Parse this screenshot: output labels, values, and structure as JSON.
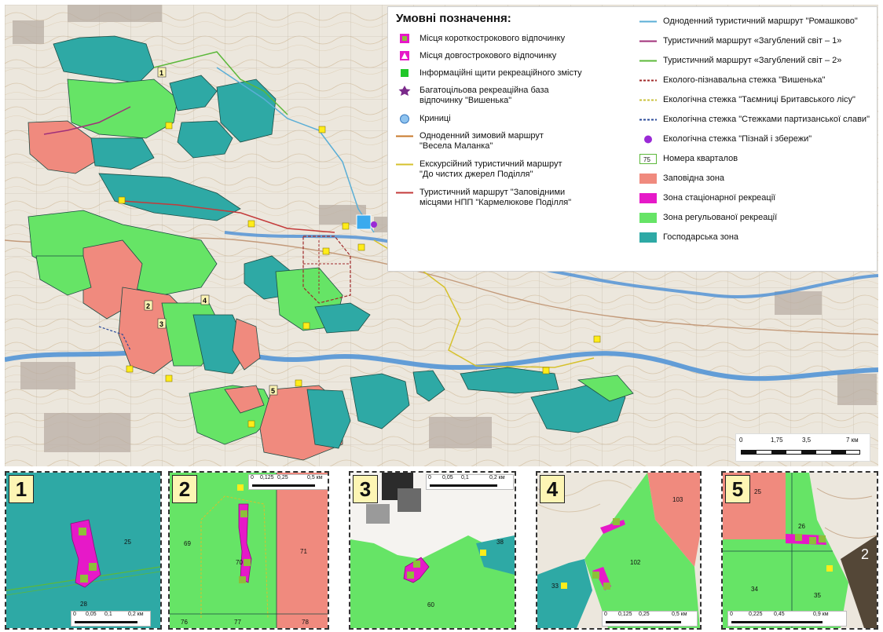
{
  "legend": {
    "title": "Умовні позначення:",
    "left_items": [
      {
        "icon": "short-rest-icon",
        "label": "Місця короткострокового відпочинку"
      },
      {
        "icon": "long-rest-icon",
        "label": "Місця довгострокового відпочинку"
      },
      {
        "icon": "info-board-icon",
        "label": "Інформаційні щити рекреаційного змісту"
      },
      {
        "icon": "star-icon",
        "label": "Багатоцільова рекреаційна база\nвідпочинку \"Вишенька\""
      },
      {
        "icon": "well-icon",
        "label": "Криниці"
      },
      {
        "icon": "line-icon",
        "color": "#c8782a",
        "label": "Одноденний зимовий маршрут\n\"Весела Маланка\""
      },
      {
        "icon": "line-icon",
        "color": "#d6c12c",
        "label": "Екскурсійний туристичний маршрут\n\"До чистих джерел Поділля\""
      },
      {
        "icon": "line-icon",
        "color": "#c43a3a",
        "label": "Туристичний маршрут \"Заповідними\nмісцями НПП \"Кармелюкове Поділля\""
      }
    ],
    "right_items": [
      {
        "icon": "line-icon",
        "color": "#5aaed6",
        "label": "Одноденний туристичний маршрут \"Ромашково\""
      },
      {
        "icon": "line-icon",
        "color": "#a0307a",
        "label": "Туристичний маршрут «Загублений світ – 1»"
      },
      {
        "icon": "line-icon",
        "color": "#5cb83a",
        "label": "Туристичний маршрут «Загублений світ – 2»"
      },
      {
        "icon": "dashed-line-icon",
        "color": "#a02a2a",
        "label": "Еколого-пізнавальна стежка \"Вишенька\""
      },
      {
        "icon": "dashed-line-icon",
        "color": "#c8c03a",
        "label": "Екологічна стежка \"Таємниці Бритавського лісу\""
      },
      {
        "icon": "dashed-line-icon",
        "color": "#2a4a9a",
        "label": "Екологічна стежка \"Стежками партизанської слави\""
      },
      {
        "icon": "dot-icon",
        "color": "#9a2ad6",
        "label": "Екологічна стежка \"Пізнай і збережи\""
      },
      {
        "icon": "quarter-box-icon",
        "box": "75",
        "label": "Номера кварталов"
      },
      {
        "icon": "zone-swatch-icon",
        "color": "#f08a7e",
        "label": "Заповідна зона"
      },
      {
        "icon": "zone-swatch-icon",
        "color": "#e619c8",
        "label": "Зона стаціонарної рекреації"
      },
      {
        "icon": "zone-swatch-icon",
        "color": "#66e466",
        "label": "Зона регульованої рекреації"
      },
      {
        "icon": "zone-swatch-icon",
        "color": "#2ea9a5",
        "label": "Господарська зона"
      }
    ]
  },
  "main_scale": {
    "ticks": [
      "0",
      "1,75",
      "3,5",
      "7 км"
    ]
  },
  "insets": [
    {
      "number": "1",
      "labels": [
        "25",
        "28"
      ],
      "scale": [
        "0",
        "0,05",
        "0,1",
        "0,2 км"
      ]
    },
    {
      "number": "2",
      "labels": [
        "69",
        "70",
        "71",
        "76",
        "77",
        "78"
      ],
      "scale": [
        "0",
        "0,125",
        "0,25",
        "0,5 км"
      ]
    },
    {
      "number": "3",
      "labels": [
        "38",
        "60"
      ],
      "scale": [
        "0",
        "0,05",
        "0,1",
        "0,2 км"
      ]
    },
    {
      "number": "4",
      "labels": [
        "103",
        "102",
        "33"
      ],
      "scale": [
        "0",
        "0,125",
        "0,25",
        "0,5 км"
      ]
    },
    {
      "number": "5",
      "labels": [
        "25",
        "26",
        "34",
        "35",
        "2"
      ],
      "scale": [
        "0",
        "0,225",
        "0,45",
        "0,9 км"
      ]
    }
  ],
  "colors": {
    "reserve_zone": "#f08a7e",
    "stationary_recreation": "#e619c8",
    "regulated_recreation": "#66e466",
    "economic_zone": "#2ea9a5",
    "river": "#4a8fd6",
    "topo_background": "#ece7dd"
  }
}
